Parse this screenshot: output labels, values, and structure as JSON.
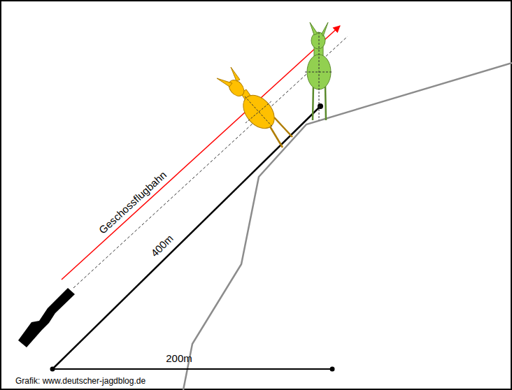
{
  "diagram": {
    "labels": [
      "Geschossflugbahn",
      "400m",
      "200m",
      "Grafik: www.deutscher-jagdblog.de"
    ]
  }
}
